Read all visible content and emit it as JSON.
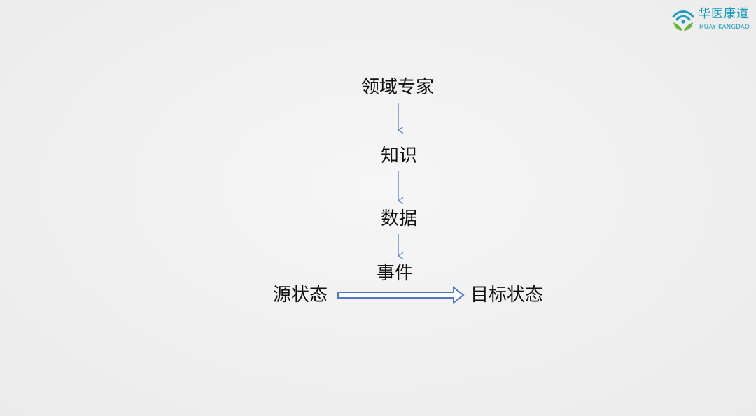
{
  "brand": {
    "name_cn": "华医康道",
    "name_en": "HUAYIKANGDAO",
    "logo_icon": "wifi-leaf-icon"
  },
  "diagram": {
    "nodes": {
      "expert": "领域专家",
      "knowledge": "知识",
      "data": "数据",
      "event": "事件",
      "source_state": "源状态",
      "target_state": "目标状态"
    },
    "edges": [
      {
        "from": "expert",
        "to": "knowledge"
      },
      {
        "from": "knowledge",
        "to": "data"
      },
      {
        "from": "data",
        "to": "event"
      },
      {
        "from": "source_state",
        "to": "target_state",
        "label": "event"
      }
    ],
    "colors": {
      "arrow": "#5a7fc4",
      "thick_arrow_stroke": "#4f78bf",
      "thick_arrow_fill": "#ffffff"
    }
  }
}
